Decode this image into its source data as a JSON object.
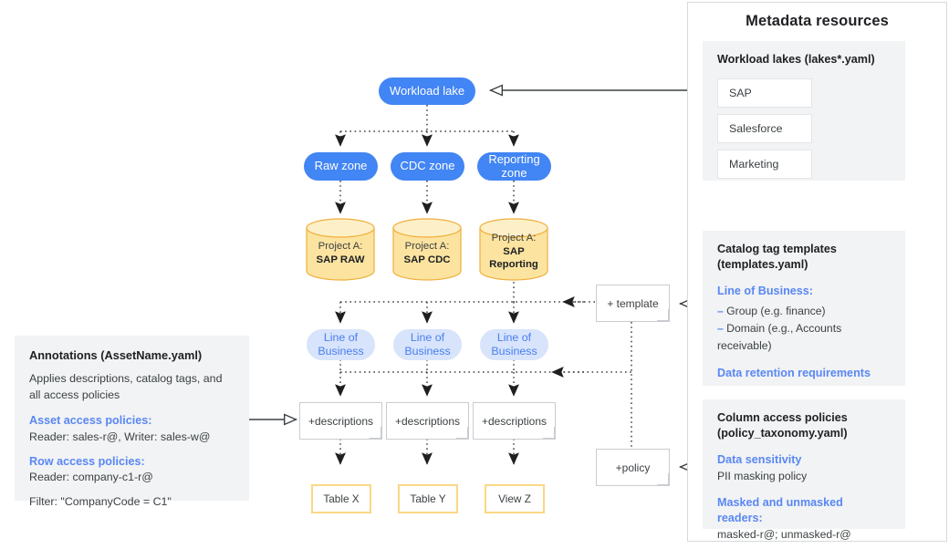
{
  "right_panel": {
    "title": "Metadata resources",
    "workload_lakes": {
      "heading": "Workload lakes (lakes*.yaml)",
      "items": [
        "SAP",
        "Salesforce",
        "Marketing"
      ]
    },
    "catalog_templates": {
      "heading_line1": "Catalog tag templates",
      "heading_line2": "(templates.yaml)",
      "section1_title": "Line of Business:",
      "bullets": [
        "Group (e.g. finance)",
        "Domain (e.g., Accounts receivable)"
      ],
      "section2_title": "Data retention requirements"
    },
    "column_policies": {
      "heading_line1": "Column access policies",
      "heading_line2": "(policy_taxonomy.yaml)",
      "section1_title": "Data sensitivity",
      "section1_value": "PII masking policy",
      "section2_title": "Masked and unmasked readers:",
      "section2_value": "masked-r@; unmasked-r@"
    }
  },
  "annotations_box": {
    "title": "Annotations (AssetName.yaml)",
    "description": "Applies descriptions, catalog tags, and all access policies",
    "asset_policies_title": "Asset access policies:",
    "asset_policies_value": "Reader: sales-r@, Writer: sales-w@",
    "row_policies_title": "Row access policies:",
    "row_policies_value": "Reader: company-c1-r@",
    "filter": "Filter: \"CompanyCode = C1\""
  },
  "flow": {
    "root": "Workload lake",
    "zones": [
      "Raw zone",
      "CDC zone",
      "Reporting zone"
    ],
    "projects": [
      {
        "prefix": "Project A:",
        "name": "SAP RAW"
      },
      {
        "prefix": "Project A:",
        "name": "SAP CDC"
      },
      {
        "prefix": "Project A:",
        "name": "SAP Reporting"
      }
    ],
    "tags": [
      "Line of Business",
      "Line of Business",
      "Line of Business"
    ],
    "descriptions": [
      "+descriptions",
      "+descriptions",
      "+descriptions"
    ],
    "assets": [
      "Table X",
      "Table Y",
      "View Z"
    ],
    "template_node": "+ template",
    "policy_node": "+policy"
  },
  "colors": {
    "blue": "#4285f4",
    "light_blue": "#d7e4fb",
    "cylinder_fill": "#fce4a0",
    "cylinder_border": "#efae3b",
    "asset_border": "#fbd785",
    "panel_bg": "#f1f3f4",
    "link_blue": "#5a87f4"
  }
}
